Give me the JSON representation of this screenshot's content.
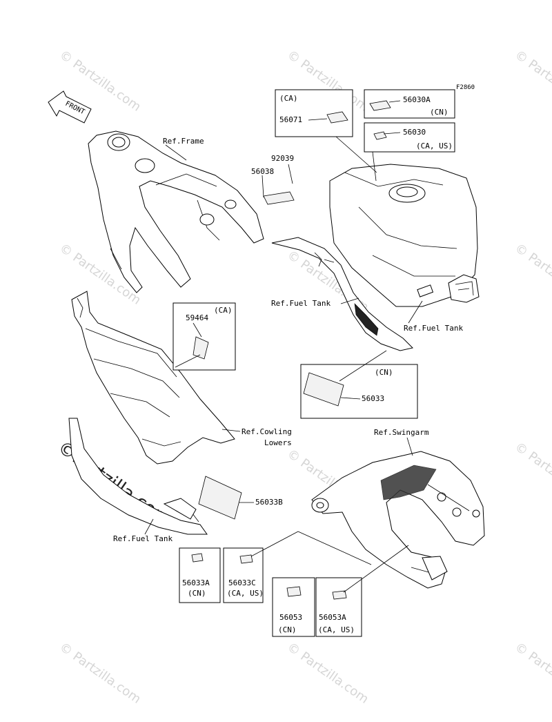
{
  "figure_id": "F2860",
  "front_arrow": "FRONT",
  "watermark": {
    "text": "© Partzilla.com",
    "brand": "Partzilla.com",
    "symbol": "©"
  },
  "refs": {
    "frame": "Ref.Frame",
    "fuel_tank_mid": "Ref.Fuel Tank",
    "fuel_tank_right": "Ref.Fuel Tank",
    "fuel_tank_lower": "Ref.Fuel Tank",
    "cowling_1": "Ref.Cowling",
    "cowling_2": "Lowers",
    "swingarm": "Ref.Swingarm"
  },
  "parts": {
    "p92039": "92039",
    "p56038": "56038",
    "p56071": "56071",
    "p56071_region": "(CA)",
    "p56030A": "56030A",
    "p56030A_region": "(CN)",
    "p56030": "56030",
    "p56030_region": "(CA, US)",
    "p59464": "59464",
    "p59464_region": "(CA)",
    "p56033": "56033",
    "p56033_region": "(CN)",
    "p56033B": "56033B",
    "p56033A": "56033A",
    "p56033A_region": "(CN)",
    "p56033C": "56033C",
    "p56033C_region": "(CA, US)",
    "p56053": "56053",
    "p56053_region": "(CN)",
    "p56053A": "56053A",
    "p56053A_region": "(CA, US)"
  }
}
